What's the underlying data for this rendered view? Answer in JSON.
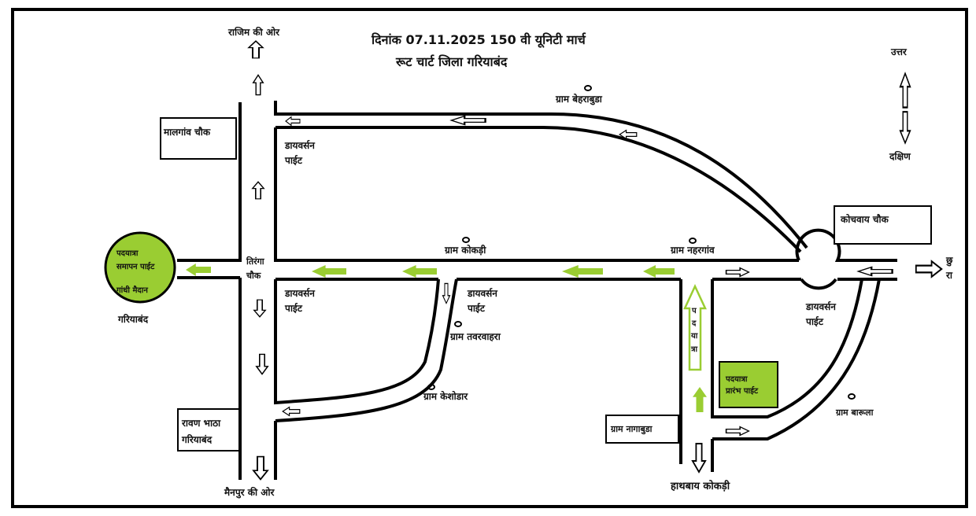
{
  "title": {
    "line1": "दिनांक 07.11.2025 150 वी यूनिटी मार्च",
    "line2": "रूट चार्ट जिला गरियाबंद"
  },
  "directions": {
    "north": "उत्तर",
    "south": "दक्षिण",
    "top": "राजिम की ओर",
    "bottom": "मैनपुर की ओर",
    "east": [
      "छु",
      "रा"
    ],
    "south_road": "हाथबाय कोकड़ी"
  },
  "places": {
    "malgaon": "मालगांव चौक",
    "kochvay": "कोचवाय चौक",
    "ravan_1": "रावण भाठा",
    "ravan_2": "गरियाबंद",
    "tiranga_1": "तिरंगा",
    "tiranga_2": "चौक",
    "gariyaband": "गरियाबंद",
    "nagabuda": "ग्राम नागाबुडा"
  },
  "villages": {
    "behrabuda": "ग्राम बेहराबुडा",
    "kokdi": "ग्राम कोकड़ी",
    "nahargaon": "ग्राम नहरगांव",
    "tavarbahra": "ग्राम तवरवाहरा",
    "keshodar": "ग्राम केशोडार",
    "barula": "ग्राम बारूला"
  },
  "diversion": {
    "line1": "डायवर्सन",
    "line2": "पाईट"
  },
  "end_point": {
    "line1": "पदयात्रा",
    "line2": "समापन पाईट",
    "line3": "गांधी मैदान"
  },
  "start_point": {
    "line1": "पदयात्रा",
    "line2": "प्रारंभ पाईट"
  },
  "padyatra_arrow": [
    "प",
    "द",
    "या",
    "त्रा"
  ],
  "colors": {
    "accent": "#9acd32",
    "line": "#000000"
  }
}
